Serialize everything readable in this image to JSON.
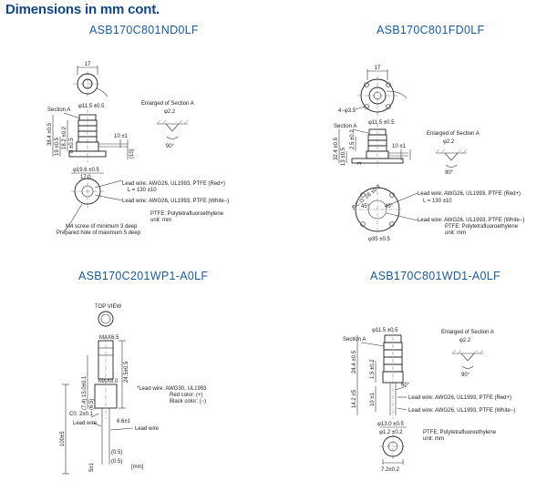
{
  "page": {
    "title": "Dimensions in mm cont."
  },
  "drawings": {
    "d1": {
      "model": "ASB170C801ND0LF",
      "width_top": "17",
      "enlarged_label": "Enlarged of Section A",
      "enlarged_dia": "φ2.2",
      "enlarged_angle": "90°",
      "section_label": "Section A",
      "body_dia": "φ11.5 ±0.5",
      "dim_total": "38.4 ±0.5",
      "dim_mid": "19 ±0.5",
      "dim_inner": "18.2 ±0.2",
      "dim_small": "8 ±0.5",
      "wire_len": "10 ±1",
      "wire_len2": "(10)",
      "base_dia": "φ19.6 ±0.5",
      "base_w": "17.0",
      "lead_red": "Lead wire: AWG26, UL1993, PTFE (Red+)",
      "lead_len": "L = 130 ±10",
      "lead_white": "Lead wire: AWG26, UL1993, PTFE (White−)",
      "ptfe": "PTFE: Polytetrafluoroethylene",
      "unit": "unit: mm",
      "screw1": "M4 screw of minimum 3 deep",
      "screw2": "Prepared hole of maximum 5 deep"
    },
    "d2": {
      "model": "ASB170C801FD0LF",
      "width_top": "17",
      "holes": "4−φ3.5",
      "enlarged_label": "Enlarged of Section A",
      "enlarged_dia": "φ2.2",
      "enlarged_angle": "90°",
      "section_label": "Section A",
      "body_dia": "φ11.5 ±0.5",
      "dim_total": "32.4 ±0.5",
      "dim_mid": "13 ±0.5",
      "dim_inner": "2.5 ±0.2",
      "dim_small": "3",
      "wire_len": "10 ±1",
      "pcd": "P.C.D. 28 ±0.2",
      "angle1": "45°",
      "angle2": "45°",
      "base_dia": "φ35 ±0.5",
      "lead_red": "Lead wire: AWG26, UL1993, PTFE (Red+)",
      "lead_len": "L = 130 ±10",
      "lead_white": "Lead wire: AWG26, UL1993, PTFE (White−)",
      "ptfe": "PTFE: Polytetrafluoroethylene",
      "unit": "unit: mm"
    },
    "d3": {
      "model": "ASB170C201WP1-A0LF",
      "top_view": "TOP VIEW",
      "max_top": "MAX6.5",
      "max_mid": "MAX8.0",
      "dim_a": "24.5±0.5",
      "dim_b": "15.0±0.1",
      "dim_c": "(7.4)",
      "dim_d": "(6.5)",
      "dim_e": "C0. 2±0.1",
      "dim_f": "6.6±1",
      "dim_total": "100±5",
      "dim_g": "(0.5)",
      "dim_h": "(0.5)",
      "dim_i": "5±1",
      "unit": "[mm]",
      "lead_label": "Lead wire",
      "lead_label2": "Lead wire",
      "lead_note1": "*Lead wire:  AWG30, UL1993",
      "lead_note2": "Red color: (+)",
      "lead_note3": "Black color: (−)"
    },
    "d4": {
      "model": "ASB170C801WD1-A0LF",
      "section_label": "Section A",
      "body_dia": "φ11.5 ±0.5",
      "enlarged_label": "Enlarged of Section A",
      "enlarged_dia": "φ2.2",
      "enlarged_angle": "90°",
      "dim_a": "24.4 ±0.5",
      "dim_b": "1.5 ±0.2",
      "dim_c": "14.2 ±5",
      "dim_d": "10 ±1",
      "angle": "60°",
      "lead_red": "Lead wire: AWG26, UL1993, PTFE (Red+)",
      "lead_white": "Lead wire: AWG26, UL1993, PTFE (White−)",
      "base_dia": "φ13.0 ±0.5",
      "inner_dia": "φ1.2 ±0.2",
      "bottom_w": "7.2±0.2",
      "ptfe": "PTFE: Polytetrafluoroethylene",
      "unit": "unit: mm"
    }
  }
}
